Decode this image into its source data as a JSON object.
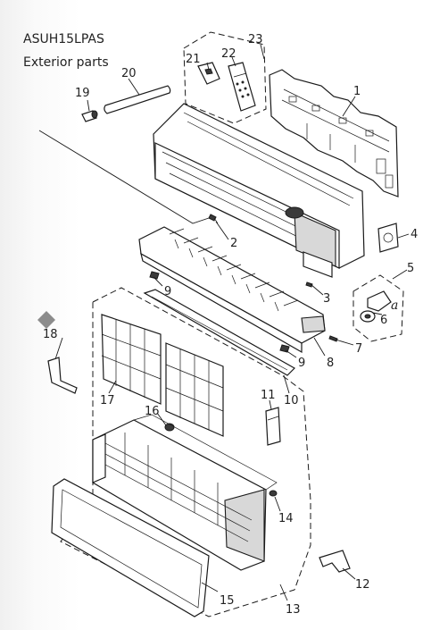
{
  "header": {
    "model": "ASUH15LPAS",
    "section": "Exterior parts"
  },
  "callouts": {
    "c1": "1",
    "c2": "2",
    "c3": "3",
    "c4": "4",
    "c5": "5",
    "c6": "6",
    "c7": "7",
    "c8": "8",
    "c9a": "9",
    "c9b": "9",
    "c10": "10",
    "c11": "11",
    "c12": "12",
    "c13": "13",
    "c14": "14",
    "c15": "15",
    "c16": "16",
    "c17": "17",
    "c18": "18",
    "c19": "19",
    "c20": "20",
    "c21": "21",
    "c22": "22",
    "c23": "23",
    "ca": "a"
  },
  "nav": {
    "icon": "diamond-arrow-icon"
  }
}
